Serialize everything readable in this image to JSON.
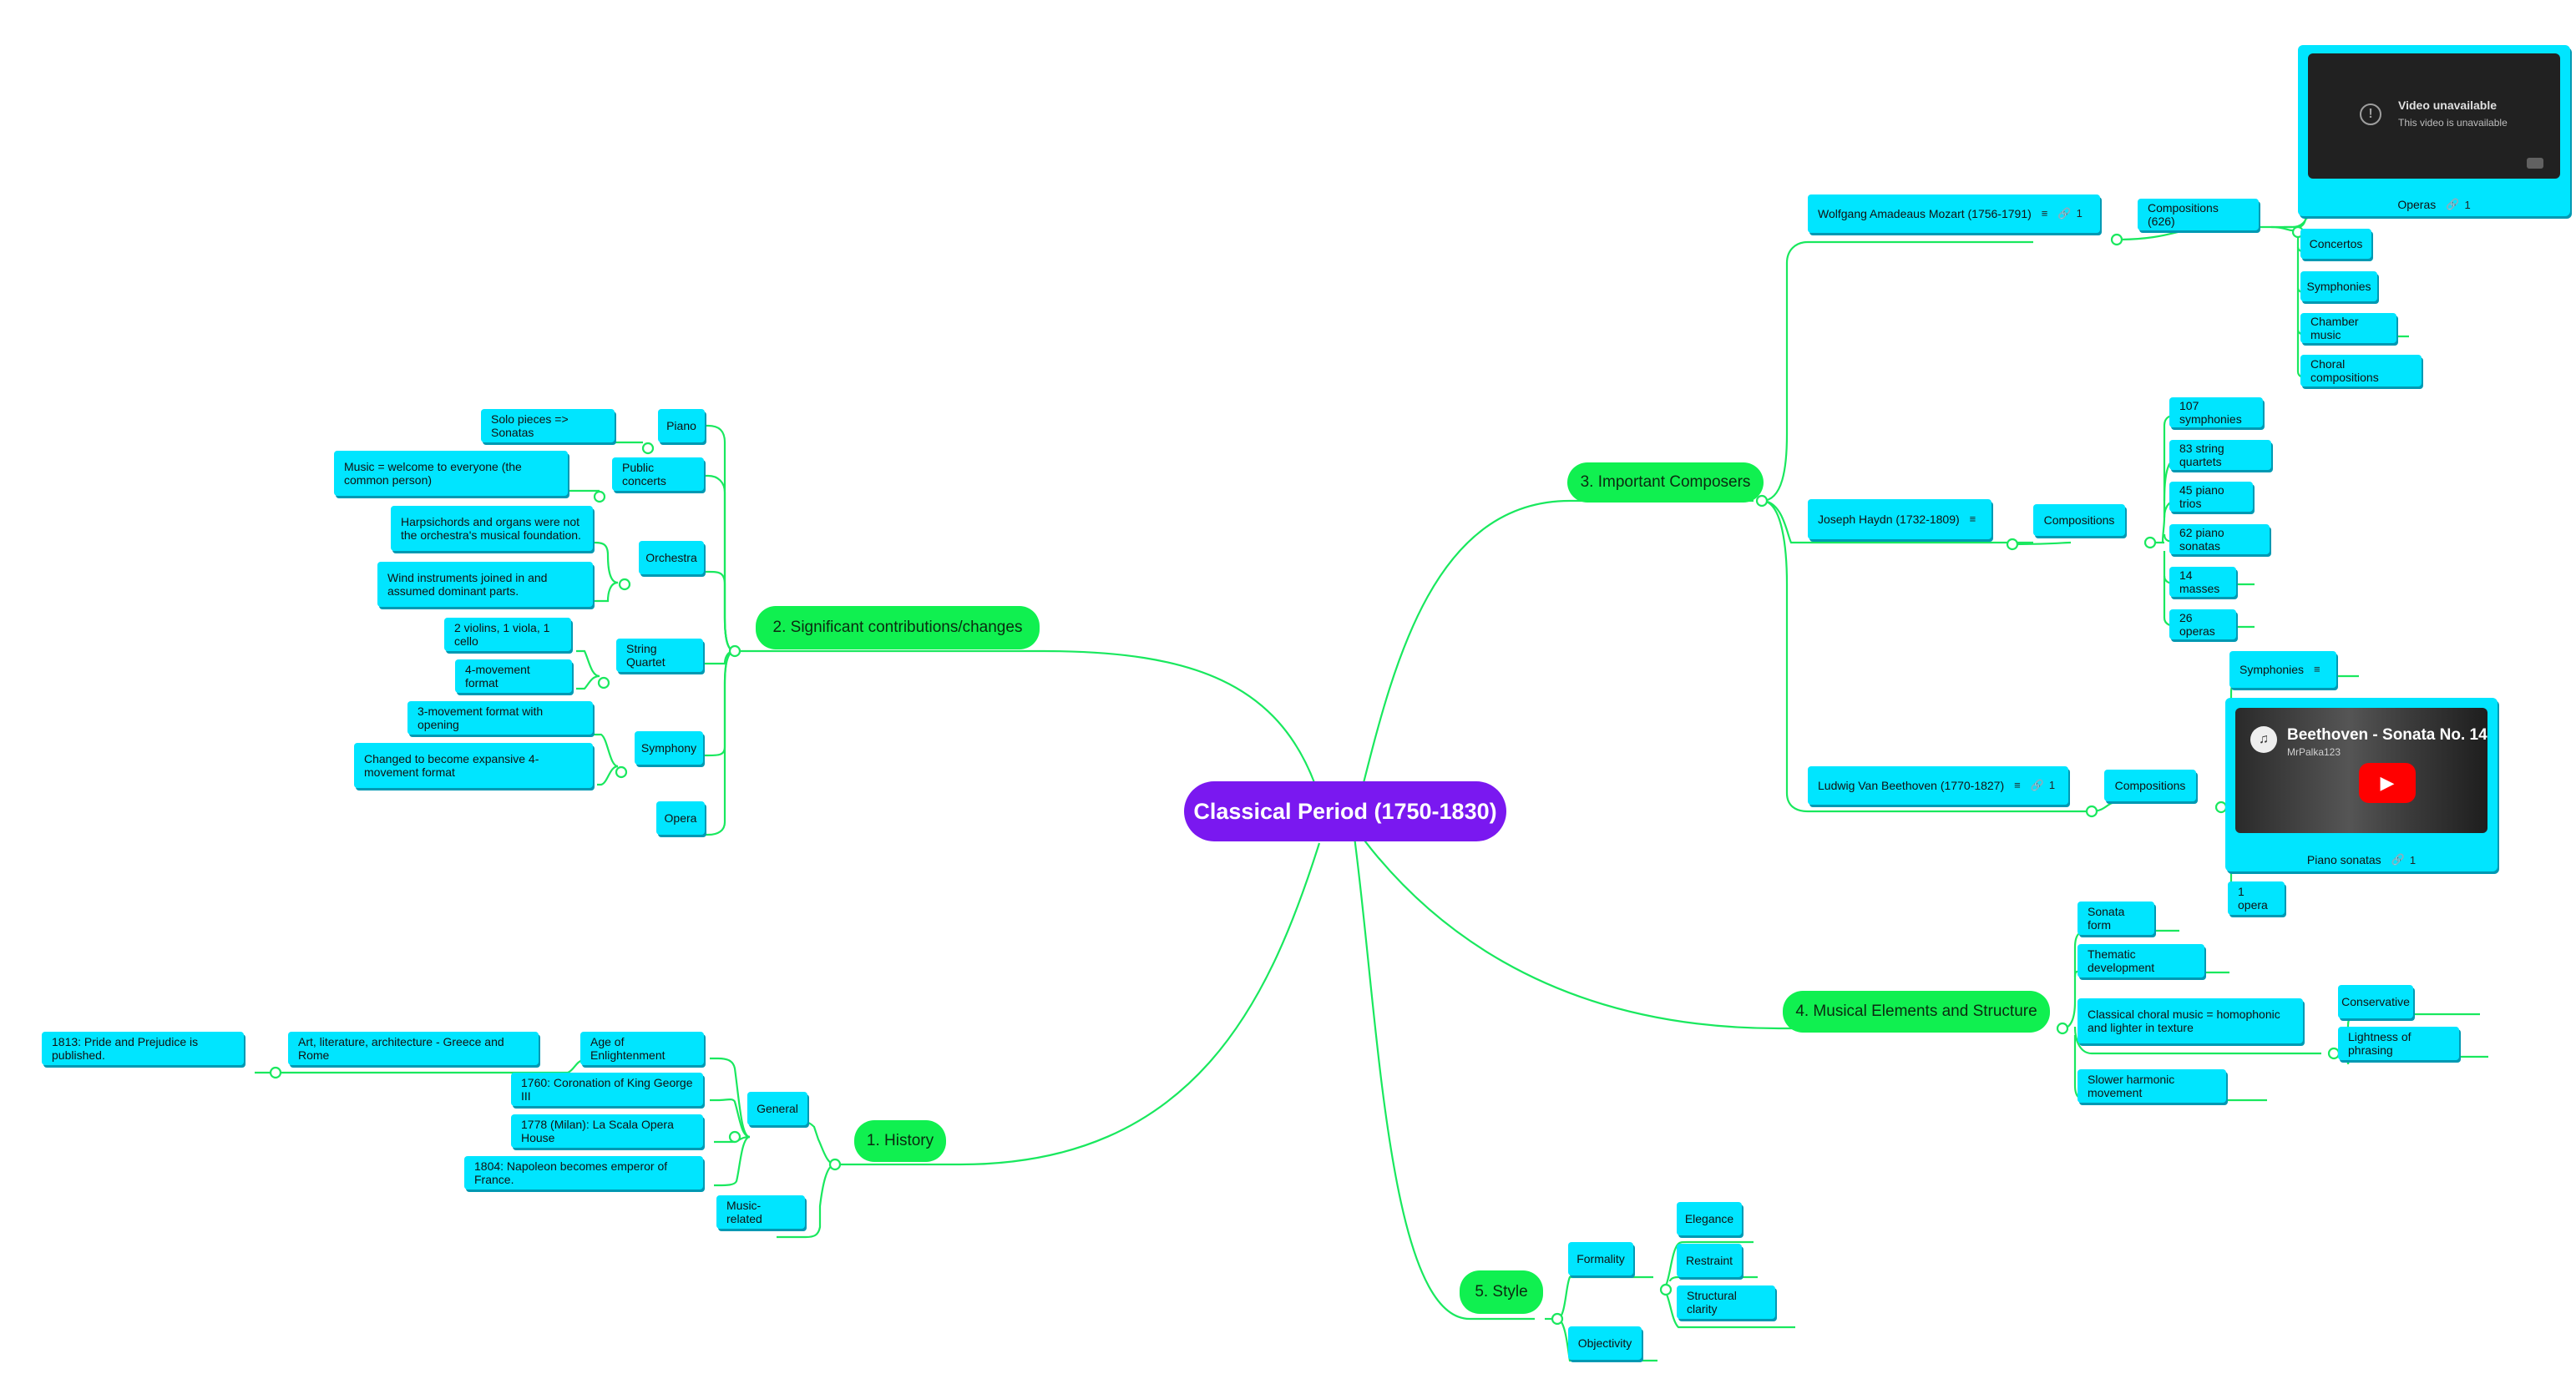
{
  "root": "Classical Period (1750-1830)",
  "history": {
    "topic": "1. History",
    "general": "General",
    "music_related": "Music-related",
    "age_of_enlightenment": "Age of Enlightenment",
    "art_lit_arch": "Art, literature, architecture - Greece and Rome",
    "pride_prejudice": "1813: Pride and Prejudice is published.",
    "coronation": "1760: Coronation of King George III",
    "la_scala": "1778 (Milan): La Scala Opera House",
    "napoleon": "1804: Napoleon becomes emperor of France."
  },
  "contributions": {
    "topic": "2. Significant contributions/changes",
    "piano": "Piano",
    "solo_pieces": "Solo pieces => Sonatas",
    "public_concerts": "Public concerts",
    "music_welcome": "Music = welcome to everyone (the common person)",
    "orchestra": "Orchestra",
    "harpsichords": "Harpsichords and organs were not the orchestra's musical foundation.",
    "wind_instruments": "Wind instruments joined in and assumed dominant parts.",
    "string_quartet": "String Quartet",
    "violins": "2 violins, 1 viola, 1 cello",
    "four_movement": "4-movement format",
    "symphony": "Symphony",
    "three_movement": "3-movement format with opening",
    "changed_expansive": "Changed to become expansive 4-movement format",
    "opera": "Opera"
  },
  "composers": {
    "topic": "3. Important Composers",
    "mozart": "Wolfgang Amadeaus Mozart (1756-1791)",
    "mozart_link_count": "1",
    "mozart_compositions": "Compositions (626)",
    "operas": "Operas",
    "operas_link_count": "1",
    "video_unavailable": "Video unavailable",
    "video_unavailable_sub": "This video is unavailable",
    "concertos": "Concertos",
    "symphonies": "Symphonies",
    "chamber_music": "Chamber music",
    "choral_compositions": "Choral compositions",
    "haydn": "Joseph Haydn (1732-1809)",
    "haydn_compositions": "Compositions",
    "h_symphonies": "107 symphonies",
    "h_quartets": "83 string quartets",
    "h_trios": "45 piano trios",
    "h_sonatas": "62 piano sonatas",
    "h_masses": "14 masses",
    "h_operas": "26 operas",
    "beethoven": "Ludwig Van Beethoven (1770-1827)",
    "beethoven_link_count": "1",
    "beethoven_compositions": "Compositions",
    "b_symphonies": "Symphonies",
    "piano_sonatas": "Piano sonatas",
    "piano_sonatas_link_count": "1",
    "video_title": "Beethoven - Sonata No. 14",
    "video_channel": "MrPalka123",
    "one_opera": "1 opera"
  },
  "elements": {
    "topic": "4. Musical Elements and Structure",
    "sonata_form": "Sonata form",
    "thematic": "Thematic development",
    "choral_texture": "Classical choral music = homophonic and lighter in texture",
    "conservative": "Conservative",
    "lightness": "Lightness of phrasing",
    "harmonic": "Slower harmonic movement"
  },
  "style": {
    "topic": "5. Style",
    "formality": "Formality",
    "elegance": "Elegance",
    "restraint": "Restraint",
    "structural_clarity": "Structural clarity",
    "objectivity": "Objectivity"
  },
  "colors": {
    "root": "#7a18f0",
    "topic": "#10f050",
    "leaf": "#00e5ff",
    "connector": "#19e85e"
  },
  "icons": {
    "notes": "notes-icon",
    "link": "link-icon",
    "alert": "alert-icon",
    "play": "play-icon"
  }
}
